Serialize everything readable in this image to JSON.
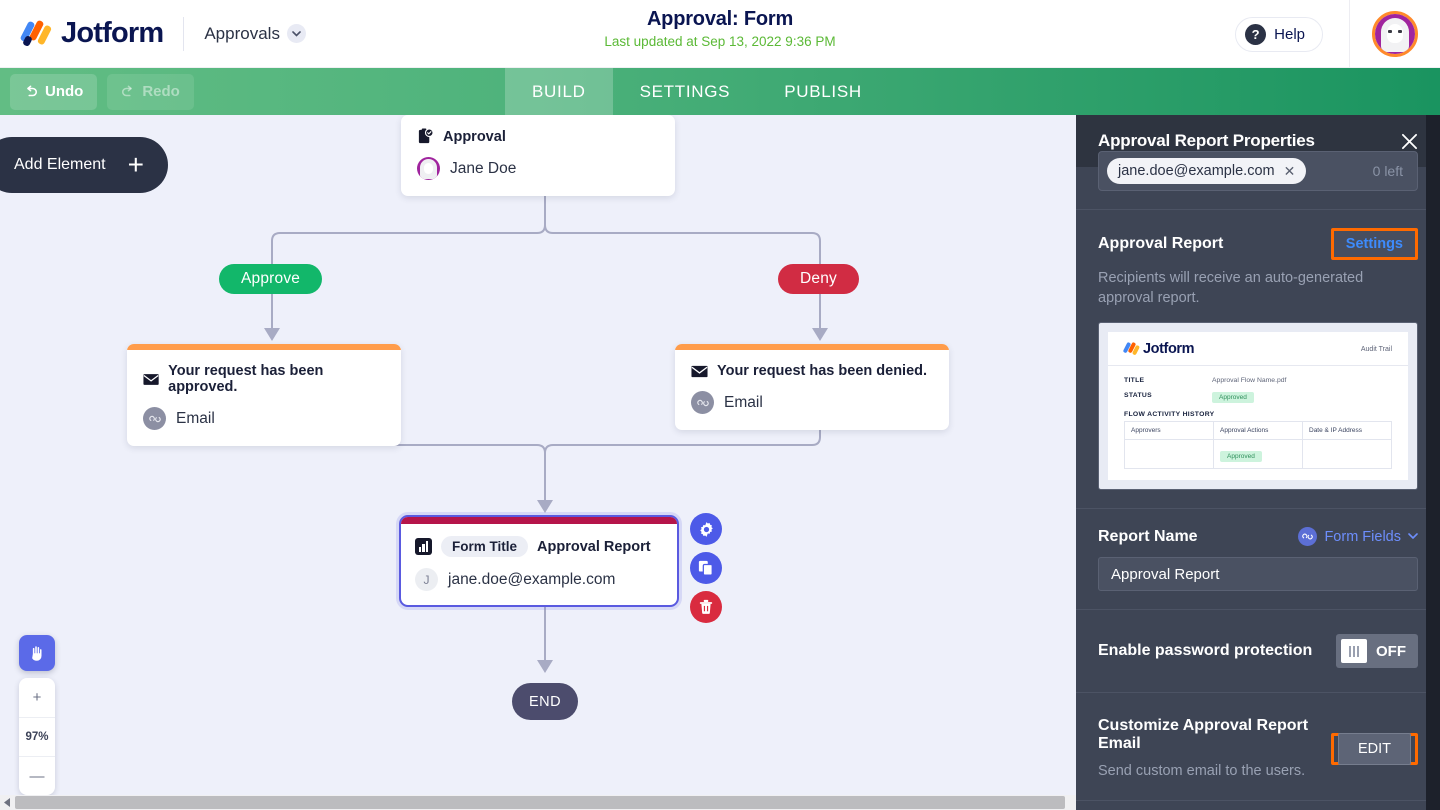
{
  "header": {
    "brand": "Jotform",
    "menu_label": "Approvals",
    "title": "Approval: Form",
    "subtitle": "Last updated at Sep 13, 2022 9:36 PM",
    "help_label": "Help",
    "help_icon": "question-mark-icon",
    "avatar_icon": "user-avatar",
    "accent_green": "#5bb936"
  },
  "toolbar": {
    "undo_label": "Undo",
    "redo_label": "Redo",
    "undo_icon": "undo-arrow-icon",
    "redo_icon": "redo-arrow-icon",
    "tabs": [
      {
        "label": "BUILD",
        "active": true
      },
      {
        "label": "SETTINGS",
        "active": false
      },
      {
        "label": "PUBLISH",
        "active": false
      }
    ]
  },
  "canvas": {
    "add_element_label": "Add Element",
    "add_element_icon": "plus-icon",
    "hand_tool_icon": "hand-icon",
    "zoom_in_label": "+",
    "zoom_level": "97%",
    "zoom_out_label": "—",
    "nodes": {
      "approval": {
        "title": "Approval",
        "title_icon": "clipboard-check-icon",
        "user": "Jane Doe",
        "user_icon": "user-avatar"
      },
      "approve_pill": {
        "label": "Approve",
        "color": "#12b76a"
      },
      "deny_pill": {
        "label": "Deny",
        "color": "#d12c43"
      },
      "email_approved": {
        "title": "Your request has been approved.",
        "title_icon": "envelope-icon",
        "subtitle": "Email",
        "subtitle_icon": "link-icon",
        "bar_color": "#ff9c4a"
      },
      "email_denied": {
        "title": "Your request has been denied.",
        "title_icon": "envelope-icon",
        "subtitle": "Email",
        "subtitle_icon": "link-icon",
        "bar_color": "#ff9c4a"
      },
      "report": {
        "type_icon": "bar-chart-icon",
        "chip": "Form Title",
        "name": "Approval Report",
        "recipient_initial": "J",
        "recipient": "jane.doe@example.com",
        "bar_color": "#b5154a",
        "selected_border": "#5a5ae0"
      },
      "end": {
        "label": "END"
      }
    },
    "node_actions": [
      {
        "name": "settings",
        "icon": "gear-icon",
        "color": "#4d5ae8"
      },
      {
        "name": "duplicate",
        "icon": "copy-icon",
        "color": "#4d5ae8"
      },
      {
        "name": "delete",
        "icon": "trash-icon",
        "color": "#d92b3f"
      }
    ]
  },
  "panel": {
    "title": "Approval Report Properties",
    "close_icon": "close-icon",
    "recipients": {
      "chip": "jane.doe@example.com",
      "chip_remove_icon": "close-icon",
      "left_count": "0 left"
    },
    "approval_report": {
      "title": "Approval Report",
      "settings_label": "Settings",
      "description": "Recipients will receive an auto-generated approval report.",
      "highlight_color": "#ff6a00"
    },
    "preview": {
      "logo": "Jotform",
      "audit": "Audit Trail",
      "rows": [
        {
          "key": "TITLE",
          "value": "Approval Flow Name.pdf",
          "badge": false
        },
        {
          "key": "STATUS",
          "value": "Approved",
          "badge": true
        }
      ],
      "history_title": "FLOW ACTIVITY HISTORY",
      "columns": [
        "Approvers",
        "Approval Actions",
        "Date & IP Address"
      ],
      "cells": [
        "",
        "Approved",
        ""
      ]
    },
    "report_name": {
      "label": "Report Name",
      "form_fields_label": "Form Fields",
      "form_fields_icon": "link-icon",
      "chevron_icon": "chevron-down-icon",
      "value": "Approval Report"
    },
    "password": {
      "label": "Enable password protection",
      "toggle_state": "OFF"
    },
    "customize_email": {
      "label": "Customize Approval Report Email",
      "description": "Send custom email to the users.",
      "button_label": "EDIT",
      "highlight_color": "#ff6a00"
    }
  }
}
